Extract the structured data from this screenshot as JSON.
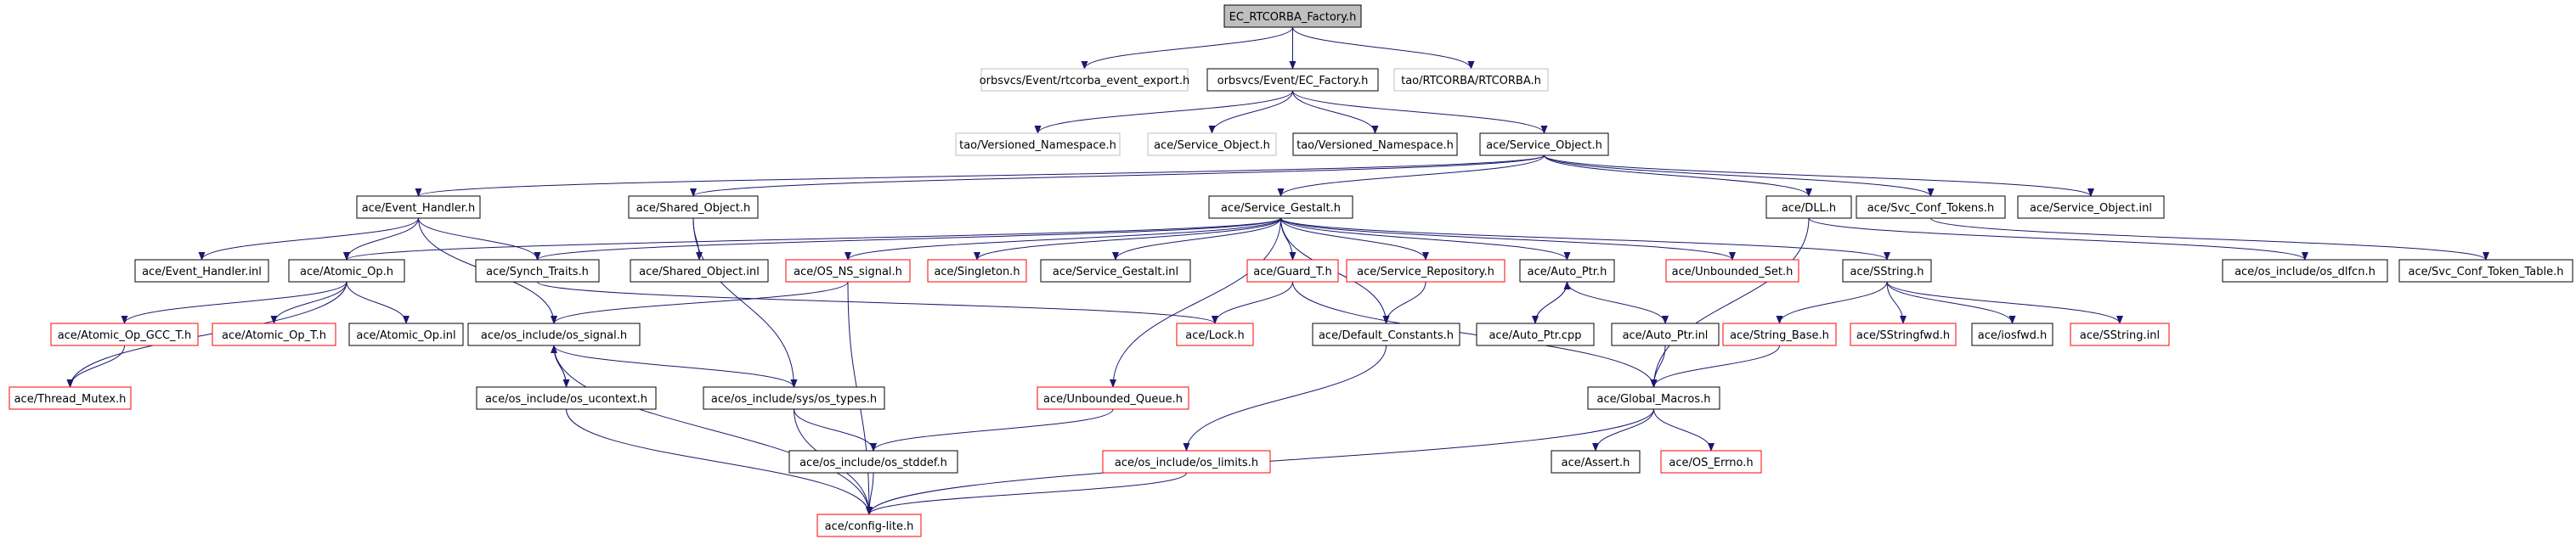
{
  "colors": {
    "edge": "#191970",
    "border_normal": "#000000",
    "border_external": "#bfbfbf",
    "border_truncated": "#ff0000",
    "fill_root": "#bfbfbf",
    "fill_default": "#ffffff"
  },
  "nodes": [
    {
      "id": "n_root",
      "label": "EC_RTCORBA_Factory.h",
      "style": "root"
    },
    {
      "id": "n_export",
      "label": "orbsvcs/Event/rtcorba_event_export.h",
      "style": "external"
    },
    {
      "id": "n_ecfactory",
      "label": "orbsvcs/Event/EC_Factory.h",
      "style": "normal"
    },
    {
      "id": "n_rtcorba",
      "label": "tao/RTCORBA/RTCORBA.h",
      "style": "external"
    },
    {
      "id": "n_versioned1",
      "label": "tao/Versioned_Namespace.h",
      "style": "external"
    },
    {
      "id": "n_svcobj_ext",
      "label": "ace/Service_Object.h",
      "style": "external"
    },
    {
      "id": "n_versioned2",
      "label": "tao/Versioned_Namespace.h",
      "style": "normal"
    },
    {
      "id": "n_svcobj",
      "label": "ace/Service_Object.h",
      "style": "normal"
    },
    {
      "id": "n_evh",
      "label": "ace/Event_Handler.h",
      "style": "normal"
    },
    {
      "id": "n_sharedobj",
      "label": "ace/Shared_Object.h",
      "style": "normal"
    },
    {
      "id": "n_svcgestalt",
      "label": "ace/Service_Gestalt.h",
      "style": "normal"
    },
    {
      "id": "n_dll",
      "label": "ace/DLL.h",
      "style": "normal"
    },
    {
      "id": "n_svcconftokens",
      "label": "ace/Svc_Conf_Tokens.h",
      "style": "normal"
    },
    {
      "id": "n_svcobjinl",
      "label": "ace/Service_Object.inl",
      "style": "normal"
    },
    {
      "id": "n_evhinl",
      "label": "ace/Event_Handler.inl",
      "style": "normal"
    },
    {
      "id": "n_atomicop",
      "label": "ace/Atomic_Op.h",
      "style": "normal"
    },
    {
      "id": "n_synchtraits",
      "label": "ace/Synch_Traits.h",
      "style": "normal"
    },
    {
      "id": "n_sharedobjinl",
      "label": "ace/Shared_Object.inl",
      "style": "normal"
    },
    {
      "id": "n_osnssignal",
      "label": "ace/OS_NS_signal.h",
      "style": "truncated"
    },
    {
      "id": "n_singleton",
      "label": "ace/Singleton.h",
      "style": "truncated"
    },
    {
      "id": "n_svcgestaltinl",
      "label": "ace/Service_Gestalt.inl",
      "style": "normal"
    },
    {
      "id": "n_guardt",
      "label": "ace/Guard_T.h",
      "style": "truncated"
    },
    {
      "id": "n_svcrepo",
      "label": "ace/Service_Repository.h",
      "style": "truncated"
    },
    {
      "id": "n_autoptr",
      "label": "ace/Auto_Ptr.h",
      "style": "normal"
    },
    {
      "id": "n_unboundedset",
      "label": "ace/Unbounded_Set.h",
      "style": "truncated"
    },
    {
      "id": "n_sstring",
      "label": "ace/SString.h",
      "style": "normal"
    },
    {
      "id": "n_dlfcn",
      "label": "ace/os_include/os_dlfcn.h",
      "style": "normal"
    },
    {
      "id": "n_svcconftokentable",
      "label": "ace/Svc_Conf_Token_Table.h",
      "style": "normal"
    },
    {
      "id": "n_atomicopgcc",
      "label": "ace/Atomic_Op_GCC_T.h",
      "style": "truncated"
    },
    {
      "id": "n_atomicopt",
      "label": "ace/Atomic_Op_T.h",
      "style": "truncated"
    },
    {
      "id": "n_atomicopinl",
      "label": "ace/Atomic_Op.inl",
      "style": "normal"
    },
    {
      "id": "n_ossignal",
      "label": "ace/os_include/os_signal.h",
      "style": "normal"
    },
    {
      "id": "n_lock",
      "label": "ace/Lock.h",
      "style": "truncated"
    },
    {
      "id": "n_defconst",
      "label": "ace/Default_Constants.h",
      "style": "normal"
    },
    {
      "id": "n_autoptrcpp",
      "label": "ace/Auto_Ptr.cpp",
      "style": "normal"
    },
    {
      "id": "n_autoptrinl",
      "label": "ace/Auto_Ptr.inl",
      "style": "normal"
    },
    {
      "id": "n_stringbase",
      "label": "ace/String_Base.h",
      "style": "truncated"
    },
    {
      "id": "n_sstringfwd",
      "label": "ace/SStringfwd.h",
      "style": "truncated"
    },
    {
      "id": "n_iosfwd",
      "label": "ace/iosfwd.h",
      "style": "normal"
    },
    {
      "id": "n_sstringinl",
      "label": "ace/SString.inl",
      "style": "truncated"
    },
    {
      "id": "n_threadmutex",
      "label": "ace/Thread_Mutex.h",
      "style": "truncated"
    },
    {
      "id": "n_osucontext",
      "label": "ace/os_include/os_ucontext.h",
      "style": "normal"
    },
    {
      "id": "n_ostypes",
      "label": "ace/os_include/sys/os_types.h",
      "style": "normal"
    },
    {
      "id": "n_unboundedqueue",
      "label": "ace/Unbounded_Queue.h",
      "style": "truncated"
    },
    {
      "id": "n_globalmacros",
      "label": "ace/Global_Macros.h",
      "style": "normal"
    },
    {
      "id": "n_osstddef",
      "label": "ace/os_include/os_stddef.h",
      "style": "normal"
    },
    {
      "id": "n_oslimits",
      "label": "ace/os_include/os_limits.h",
      "style": "truncated"
    },
    {
      "id": "n_assert",
      "label": "ace/Assert.h",
      "style": "normal"
    },
    {
      "id": "n_oserrno",
      "label": "ace/OS_Errno.h",
      "style": "truncated"
    },
    {
      "id": "n_configlite",
      "label": "ace/config-lite.h",
      "style": "truncated"
    }
  ],
  "edges": [
    [
      "n_root",
      "n_export"
    ],
    [
      "n_root",
      "n_ecfactory"
    ],
    [
      "n_root",
      "n_rtcorba"
    ],
    [
      "n_ecfactory",
      "n_versioned1"
    ],
    [
      "n_ecfactory",
      "n_svcobj_ext"
    ],
    [
      "n_ecfactory",
      "n_versioned2"
    ],
    [
      "n_ecfactory",
      "n_svcobj"
    ],
    [
      "n_svcobj",
      "n_evh"
    ],
    [
      "n_svcobj",
      "n_sharedobj"
    ],
    [
      "n_svcobj",
      "n_svcgestalt"
    ],
    [
      "n_svcobj",
      "n_dll"
    ],
    [
      "n_svcobj",
      "n_svcconftokens"
    ],
    [
      "n_svcobj",
      "n_svcobjinl"
    ],
    [
      "n_evh",
      "n_evhinl"
    ],
    [
      "n_evh",
      "n_atomicop"
    ],
    [
      "n_evh",
      "n_synchtraits"
    ],
    [
      "n_evh",
      "n_ossignal"
    ],
    [
      "n_sharedobj",
      "n_sharedobjinl"
    ],
    [
      "n_sharedobj",
      "n_ostypes"
    ],
    [
      "n_svcgestalt",
      "n_atomicop"
    ],
    [
      "n_svcgestalt",
      "n_synchtraits"
    ],
    [
      "n_svcgestalt",
      "n_osnssignal"
    ],
    [
      "n_svcgestalt",
      "n_singleton"
    ],
    [
      "n_svcgestalt",
      "n_svcgestaltinl"
    ],
    [
      "n_svcgestalt",
      "n_guardt"
    ],
    [
      "n_svcgestalt",
      "n_svcrepo"
    ],
    [
      "n_svcgestalt",
      "n_autoptr"
    ],
    [
      "n_svcgestalt",
      "n_unboundedset"
    ],
    [
      "n_svcgestalt",
      "n_sstring"
    ],
    [
      "n_svcgestalt",
      "n_unboundedqueue"
    ],
    [
      "n_svcgestalt",
      "n_defconst"
    ],
    [
      "n_dll",
      "n_dlfcn"
    ],
    [
      "n_dll",
      "n_globalmacros"
    ],
    [
      "n_svcconftokens",
      "n_svcconftokentable"
    ],
    [
      "n_atomicop",
      "n_atomicopgcc"
    ],
    [
      "n_atomicop",
      "n_atomicopt"
    ],
    [
      "n_atomicop",
      "n_atomicopinl"
    ],
    [
      "n_atomicop",
      "n_threadmutex"
    ],
    [
      "n_synchtraits",
      "n_lock"
    ],
    [
      "n_osnssignal",
      "n_ossignal"
    ],
    [
      "n_osnssignal",
      "n_configlite"
    ],
    [
      "n_guardt",
      "n_lock"
    ],
    [
      "n_guardt",
      "n_globalmacros"
    ],
    [
      "n_svcrepo",
      "n_defconst"
    ],
    [
      "n_autoptr",
      "n_autoptrcpp"
    ],
    [
      "n_autoptr",
      "n_autoptrinl"
    ],
    [
      "n_autoptrcpp",
      "n_autoptr"
    ],
    [
      "n_sstring",
      "n_stringbase"
    ],
    [
      "n_sstring",
      "n_sstringfwd"
    ],
    [
      "n_sstring",
      "n_iosfwd"
    ],
    [
      "n_sstring",
      "n_sstringinl"
    ],
    [
      "n_atomicopgcc",
      "n_threadmutex"
    ],
    [
      "n_ossignal",
      "n_osucontext"
    ],
    [
      "n_ossignal",
      "n_ostypes"
    ],
    [
      "n_ossignal",
      "n_configlite"
    ],
    [
      "n_osucontext",
      "n_ossignal"
    ],
    [
      "n_osucontext",
      "n_configlite"
    ],
    [
      "n_ostypes",
      "n_osstddef"
    ],
    [
      "n_ostypes",
      "n_configlite"
    ],
    [
      "n_defconst",
      "n_oslimits"
    ],
    [
      "n_autoptrinl",
      "n_globalmacros"
    ],
    [
      "n_stringbase",
      "n_globalmacros"
    ],
    [
      "n_unboundedqueue",
      "n_osstddef"
    ],
    [
      "n_globalmacros",
      "n_assert"
    ],
    [
      "n_globalmacros",
      "n_oserrno"
    ],
    [
      "n_globalmacros",
      "n_configlite"
    ],
    [
      "n_osstddef",
      "n_configlite"
    ],
    [
      "n_oslimits",
      "n_configlite"
    ]
  ]
}
